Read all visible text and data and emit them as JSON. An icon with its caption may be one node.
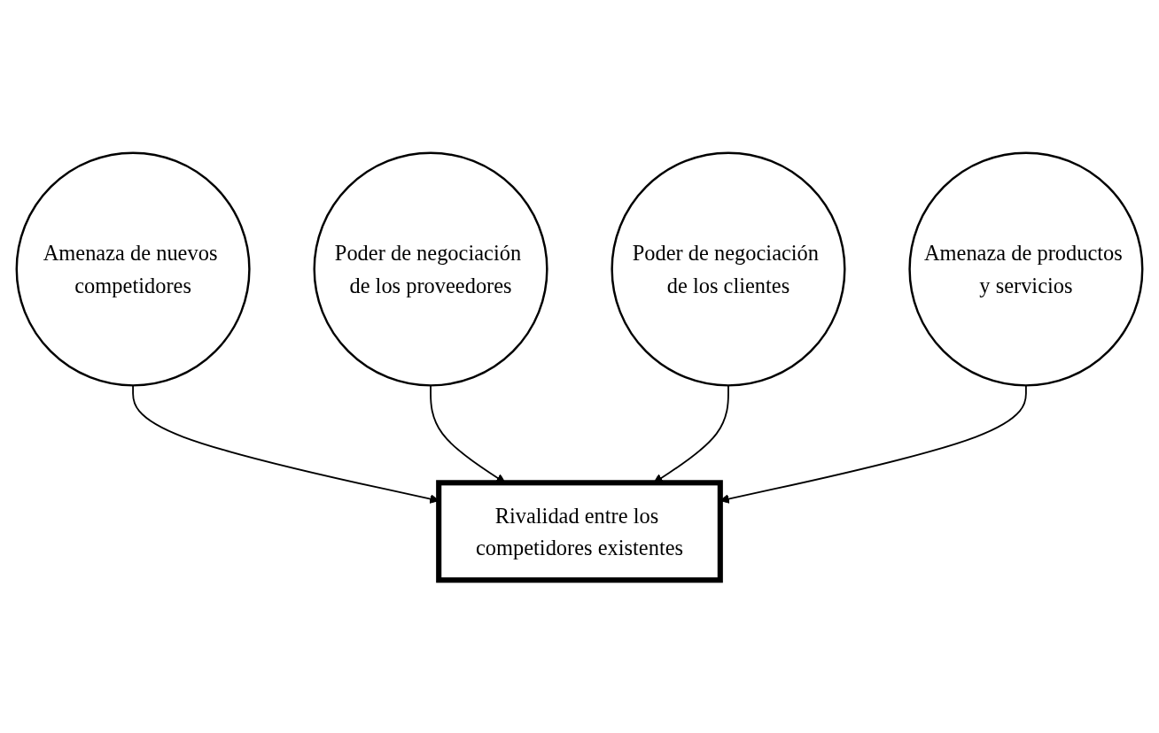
{
  "diagram": {
    "nodes": [
      {
        "text": [
          "Amenaza de nuevos competidores"
        ]
      },
      {
        "text": [
          "Poder de negociación de los proveedores"
        ]
      },
      {
        "text": [
          "Rivalidad entre los competidores existentes"
        ]
      },
      {
        "text": [
          "Poder de negociación de los clientes"
        ]
      },
      {
        "text": [
          "Amenaza de productos y servicios"
        ]
      }
    ],
    "edges": [
      {
        "from": 0,
        "to": 2,
        "arrow": "to"
      },
      {
        "from": 1,
        "to": 2,
        "arrow": "to"
      },
      {
        "from": 3,
        "to": 2,
        "arrow": "to"
      },
      {
        "from": 4,
        "to": 2,
        "arrow": "to"
      }
    ]
  }
}
